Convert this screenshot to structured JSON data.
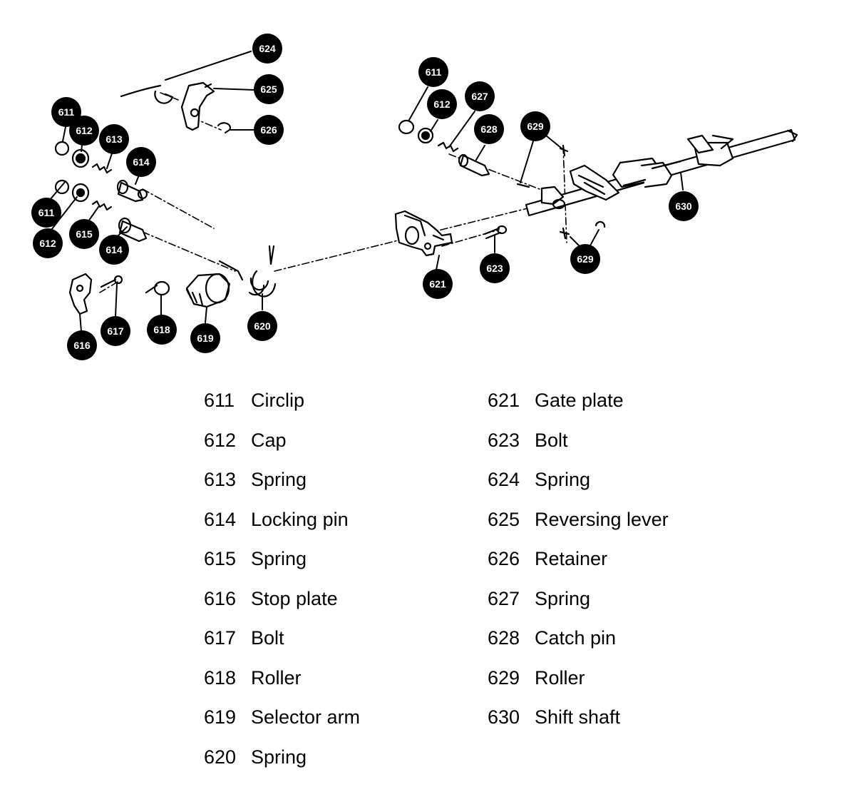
{
  "callouts": [
    {
      "id": "c624",
      "label": "624"
    },
    {
      "id": "c625",
      "label": "625"
    },
    {
      "id": "c626",
      "label": "626"
    },
    {
      "id": "c611a",
      "label": "611"
    },
    {
      "id": "c612a",
      "label": "612"
    },
    {
      "id": "c613",
      "label": "613"
    },
    {
      "id": "c614a",
      "label": "614"
    },
    {
      "id": "c611b",
      "label": "611"
    },
    {
      "id": "c612b",
      "label": "612"
    },
    {
      "id": "c615",
      "label": "615"
    },
    {
      "id": "c614b",
      "label": "614"
    },
    {
      "id": "c616",
      "label": "616"
    },
    {
      "id": "c617",
      "label": "617"
    },
    {
      "id": "c618",
      "label": "618"
    },
    {
      "id": "c619",
      "label": "619"
    },
    {
      "id": "c620",
      "label": "620"
    },
    {
      "id": "c611c",
      "label": "611"
    },
    {
      "id": "c612c",
      "label": "612"
    },
    {
      "id": "c627",
      "label": "627"
    },
    {
      "id": "c628",
      "label": "628"
    },
    {
      "id": "c629a",
      "label": "629"
    },
    {
      "id": "c621",
      "label": "621"
    },
    {
      "id": "c623",
      "label": "623"
    },
    {
      "id": "c629b",
      "label": "629"
    },
    {
      "id": "c630",
      "label": "630"
    }
  ],
  "legend": {
    "left": [
      {
        "num": "611",
        "name": "Circlip"
      },
      {
        "num": "612",
        "name": "Cap"
      },
      {
        "num": "613",
        "name": "Spring"
      },
      {
        "num": "614",
        "name": "Locking pin"
      },
      {
        "num": "615",
        "name": "Spring"
      },
      {
        "num": "616",
        "name": "Stop plate"
      },
      {
        "num": "617",
        "name": "Bolt"
      },
      {
        "num": "618",
        "name": "Roller"
      },
      {
        "num": "619",
        "name": "Selector arm"
      },
      {
        "num": "620",
        "name": "Spring"
      }
    ],
    "right": [
      {
        "num": "621",
        "name": "Gate plate"
      },
      {
        "num": "623",
        "name": "Bolt"
      },
      {
        "num": "624",
        "name": "Spring"
      },
      {
        "num": "625",
        "name": "Reversing lever"
      },
      {
        "num": "626",
        "name": "Retainer"
      },
      {
        "num": "627",
        "name": "Spring"
      },
      {
        "num": "628",
        "name": "Catch pin"
      },
      {
        "num": "629",
        "name": "Roller"
      },
      {
        "num": "630",
        "name": "Shift shaft"
      }
    ]
  }
}
